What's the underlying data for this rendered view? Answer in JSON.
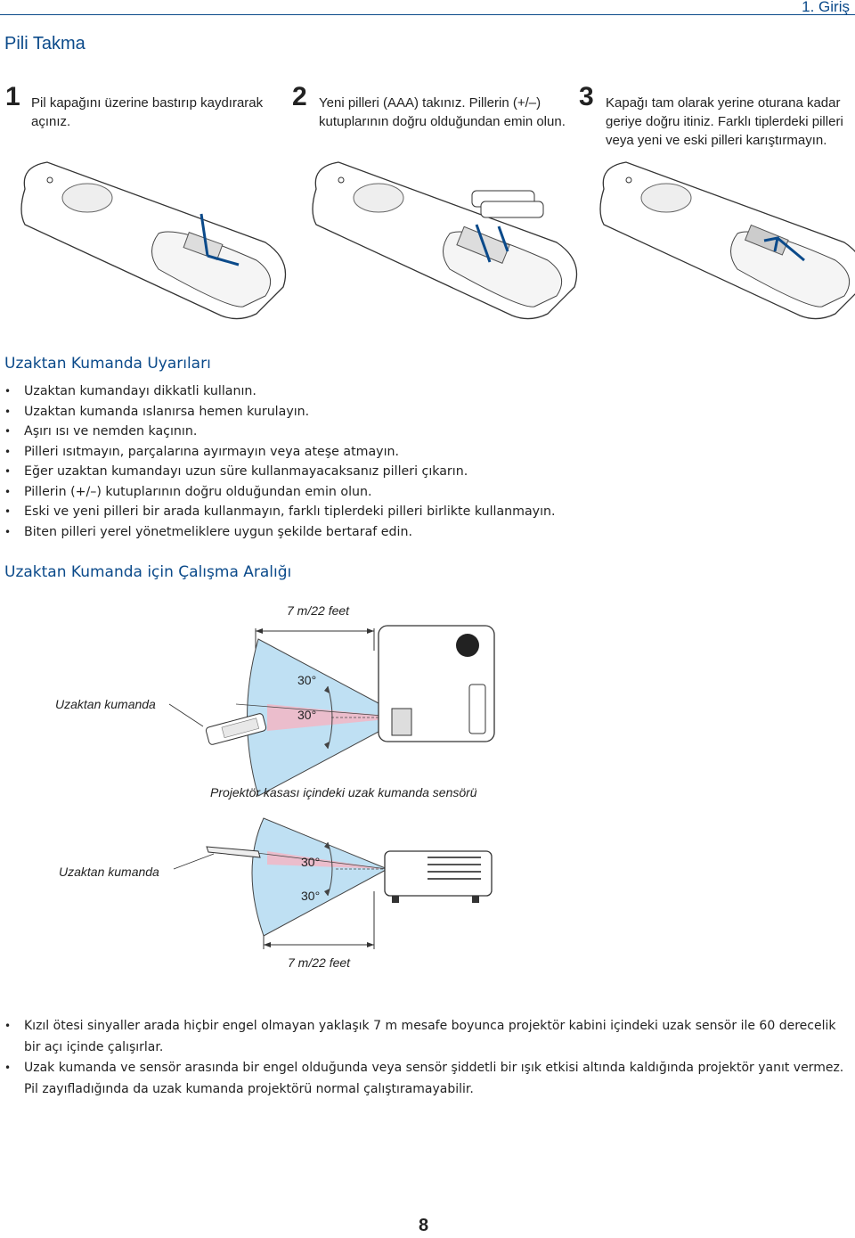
{
  "header": {
    "chapter": "1. Giriş",
    "title": "Pili Takma"
  },
  "steps": [
    {
      "num": "1",
      "text": "Pil kapağını üzerine bastırıp kaydırarak açınız."
    },
    {
      "num": "2",
      "text": "Yeni pilleri (AAA) takınız. Pillerin (+/–) kutuplarının doğru olduğundan emin olun."
    },
    {
      "num": "3",
      "text": "Kapağı tam olarak yerine oturana kadar geriye doğru itiniz. Farklı tiplerdeki pilleri veya yeni ve eski pilleri karıştırmayın."
    }
  ],
  "warnings": {
    "heading": "Uzaktan Kumanda Uyarıları",
    "items": [
      "Uzaktan kumandayı dikkatli kullanın.",
      "Uzaktan kumanda ıslanırsa hemen kurulayın.",
      "Aşırı ısı ve nemden kaçının.",
      "Pilleri ısıtmayın, parçalarına ayırmayın veya ateşe atmayın.",
      "Eğer uzaktan kumandayı uzun süre kullanmayacaksanız pilleri çıkarın.",
      "Pillerin (+/–) kutuplarının doğru olduğundan emin olun.",
      "Eski ve yeni pilleri bir arada kullanmayın, farklı tiplerdeki pilleri birlikte kullanmayın.",
      "Biten pilleri yerel yönetmeliklere uygun şekilde bertaraf edin."
    ]
  },
  "range": {
    "heading": "Uzaktan Kumanda için Çalışma Aralığı",
    "distance_label": "7 m/22 feet",
    "remote_label": "Uzaktan kumanda",
    "sensor_caption": "Projektör kasası içindeki uzak kumanda sensörü",
    "angle_label": "30°"
  },
  "notes": [
    "Kızıl ötesi sinyaller arada hiçbir engel olmayan yaklaşık 7 m mesafe boyunca projektör kabini içindeki uzak sensör ile 60 derecelik bir açı içinde çalışırlar.",
    "Uzak kumanda ve sensör arasında bir engel olduğunda veya sensör şiddetli bir ışık etkisi altında kaldığında projektör yanıt vermez. Pil zayıfladığında da uzak kumanda projektörü normal çalıştıramayabilir."
  ],
  "page_number": "8",
  "colors": {
    "accent": "#0b4a8a",
    "fan_blue": "#bfe0f3",
    "fan_pink": "#f2b6c4"
  }
}
